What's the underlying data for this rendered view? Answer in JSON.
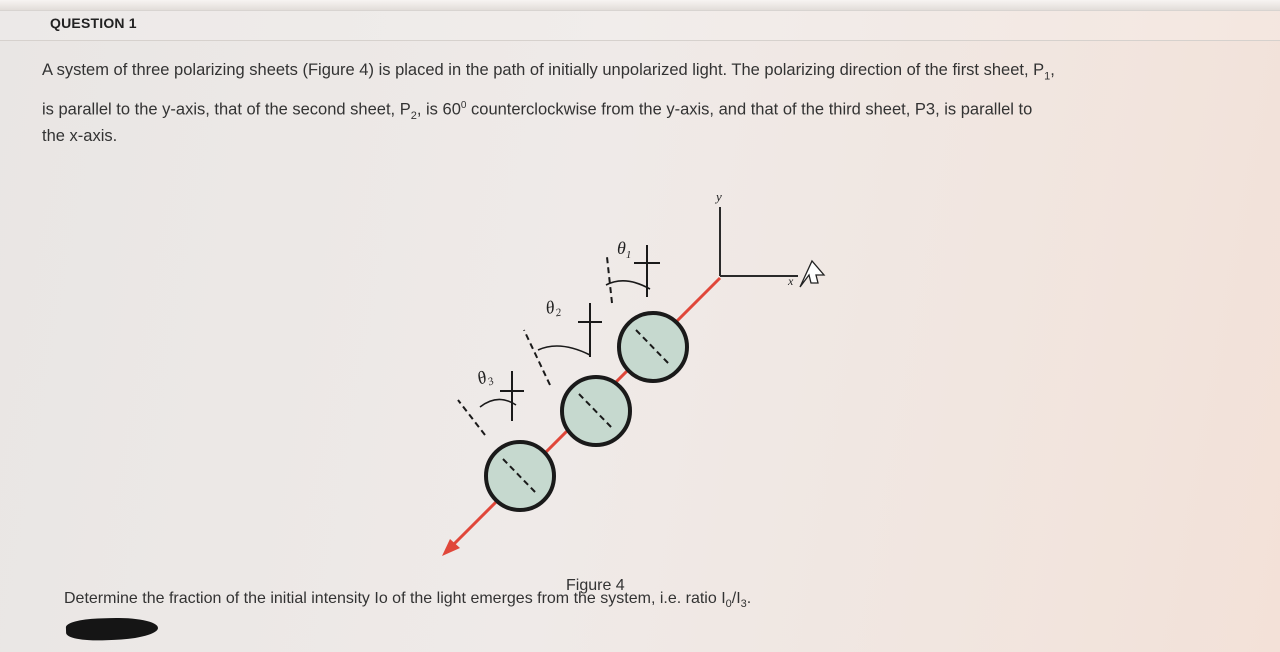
{
  "question": {
    "title": "QUESTION 1"
  },
  "problem": {
    "line1_a": "A system of three polarizing sheets (Figure 4) is placed in the path of initially unpolarized light. The polarizing direction of the first sheet, P",
    "line1_sub": "1",
    "line1_end": ",",
    "line2_a": "is parallel to the y-axis, that of the second sheet, P",
    "line2_sub": "2",
    "line2_b": ", is 60",
    "line2_sup": "0",
    "line2_c": " counterclockwise from the y-axis, and that of the third sheet, P3, is parallel to",
    "line3": "the x-axis."
  },
  "figure": {
    "caption": "Figure 4",
    "theta1": "θ",
    "theta1_sub": "1",
    "theta2": "θ",
    "theta2_sub": "2",
    "theta3": "θ",
    "theta3_sub": "3",
    "axis_y": "y",
    "axis_x": "x",
    "colors": {
      "light_ray": "#e0473a",
      "sheet_fill": "#c6d9cf",
      "sheet_stroke": "#1a1a1a"
    }
  },
  "task": {
    "text_a": "Determine the fraction of the initial intensity Io of the light emerges from the system, i.e. ratio I",
    "sub1": "0",
    "text_b": "/I",
    "sub2": "3",
    "text_c": "."
  }
}
